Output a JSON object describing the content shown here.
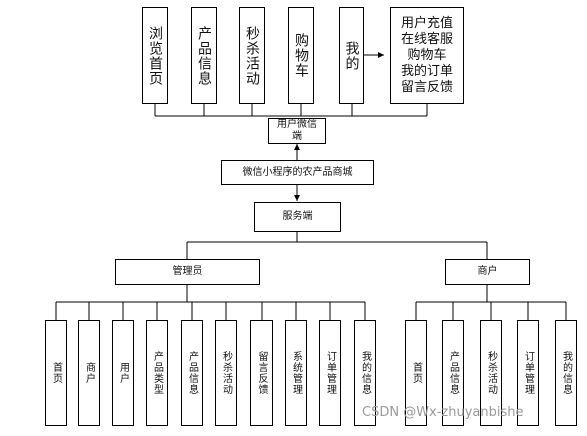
{
  "diagram": {
    "top_pages": [
      "浏览首页",
      "产品信息",
      "秒杀活动",
      "购物车",
      "我的"
    ],
    "my_sub": [
      "用户充值",
      "在线客服",
      "购物车",
      "我的订单",
      "留言反馈"
    ],
    "user_client": "用户微信端",
    "mini_program": "微信小程序的农产品商城",
    "server": "服务端",
    "admin": "管理员",
    "admin_modules": [
      "首页",
      "商户",
      "用户",
      "产品类型",
      "产品信息",
      "秒杀活动",
      "留言反馈",
      "系统管理",
      "订单管理",
      "我的信息"
    ],
    "merchant": "商户",
    "merchant_modules": [
      "首页",
      "产品信息",
      "秒杀活动",
      "订单管理",
      "我的信息"
    ]
  },
  "watermark": "CSDN @Wx-zhuyanbishe"
}
